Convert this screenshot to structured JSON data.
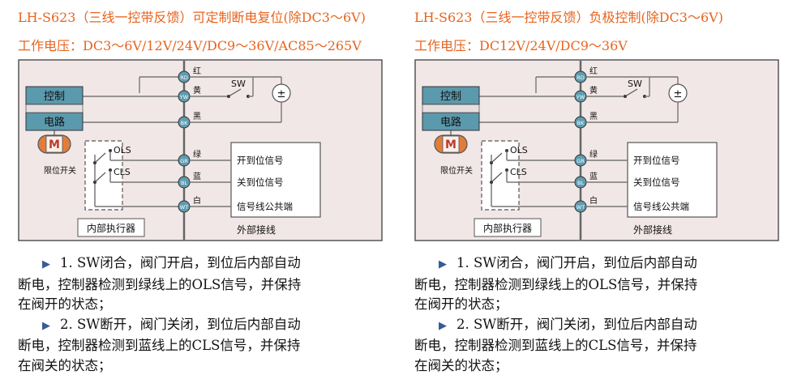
{
  "left": {
    "title": "LH-S623（三线一控带反馈）可定制断电复位(除DC3～6V)",
    "voltage": "工作电压：DC3～6V/12V/24V/DC9～36V/AC85～265V",
    "diagram": {
      "control_label": "控制",
      "circuit_label": "电路",
      "motor_label": "M",
      "limit_switch_label": "限位开关",
      "sw_label": "SW",
      "power_symbol": "±",
      "terminals": {
        "rd": "RD",
        "yw": "YW",
        "bk": "BK",
        "gr": "GR",
        "bl": "BL",
        "wt": "WT"
      },
      "wire_red": "红",
      "wire_yellow": "黄",
      "wire_black": "黑",
      "wire_green": "绿",
      "wire_blue": "蓝",
      "wire_white": "白",
      "ols_label": "OLS",
      "cls_label": "CLS",
      "open_signal": "开到位信号",
      "close_signal": "关到位信号",
      "common_signal": "信号线公共端",
      "internal_actuator": "内部执行器",
      "external_wiring": "外部接线"
    },
    "notes": [
      {
        "first": "1. SW闭合，阀门开启，到位后内部自动",
        "rest": [
          "断电，控制器检测到绿线上的OLS信号，并保持",
          "在阀开的状态；"
        ]
      },
      {
        "first": "2. SW断开，阀门关闭，到位后内部自动",
        "rest": [
          "断电，控制器检测到蓝线上的CLS信号，并保持",
          "在阀关的状态；"
        ]
      }
    ]
  },
  "right": {
    "title": "LH-S623（三线一控带反馈）负极控制(除DC3～6V)",
    "voltage": "工作电压：DC12V/24V/DC9～36V",
    "diagram": {
      "control_label": "控制",
      "circuit_label": "电路",
      "motor_label": "M",
      "limit_switch_label": "限位开关",
      "sw_label": "SW",
      "power_symbol": "±",
      "terminals": {
        "rd": "RD",
        "yw": "YW",
        "bk": "BK",
        "gr": "GR",
        "bl": "BL",
        "wt": "WT"
      },
      "wire_red": "红",
      "wire_yellow": "黄",
      "wire_black": "黑",
      "wire_green": "绿",
      "wire_blue": "蓝",
      "wire_white": "白",
      "ols_label": "OLS",
      "cls_label": "CLS",
      "open_signal": "开到位信号",
      "close_signal": "关到位信号",
      "common_signal": "信号线公共端",
      "internal_actuator": "内部执行器",
      "external_wiring": "外部接线"
    },
    "notes": [
      {
        "first": "1. SW闭合，阀门开启，到位后内部自动",
        "rest": [
          "断电，控制器检测到绿线上的OLS信号，并保持",
          "在阀开的状态；"
        ]
      },
      {
        "first": "2. SW断开，阀门关闭，到位后内部自动",
        "rest": [
          "断电，控制器检测到蓝线上的CLS信号，并保持",
          "在阀关的状态；"
        ]
      }
    ]
  },
  "colors": {
    "title": "#e8641e",
    "control_block": "#5b99ad",
    "terminal_fill": "#5f9cb0",
    "motor_fill": "#e07d3c",
    "diagram_bg": "#f2e7e7",
    "bullet": "#355c95"
  }
}
